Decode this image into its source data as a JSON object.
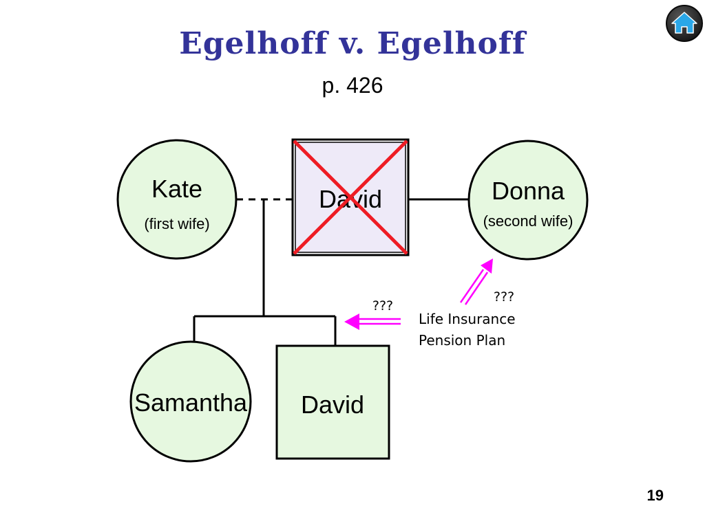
{
  "slide": {
    "title": "Egelhoff v. Egelhoff",
    "subtitle": "p. 426",
    "page_number": "19"
  },
  "colors": {
    "title": "#333399",
    "circle_fill": "#e6f8e0",
    "deceased_fill": "#eeeaf8",
    "cross": "#ee1c24",
    "arrow": "#ff00ff"
  },
  "nodes": {
    "kate": {
      "name": "Kate",
      "role": "(first wife)"
    },
    "david_father": {
      "name": "David"
    },
    "donna": {
      "name": "Donna",
      "role": "(second wife)"
    },
    "samantha": {
      "name": "Samantha"
    },
    "david_son": {
      "name": "David"
    }
  },
  "annotations": {
    "children_question": "???",
    "donna_question": "???",
    "benefits": [
      "Life Insurance",
      "Pension Plan"
    ]
  },
  "icons": {
    "home": "home-icon"
  }
}
